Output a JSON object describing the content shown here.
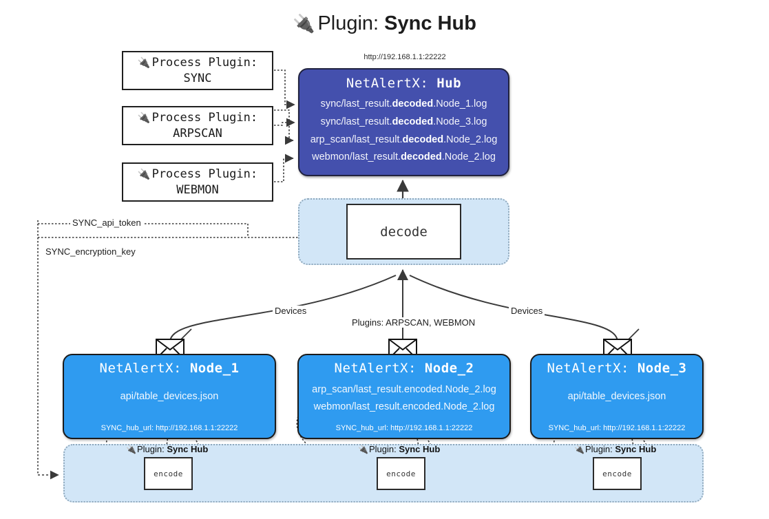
{
  "title": {
    "icon": "plug-icon",
    "prefix": "Plugin:",
    "name": "Sync Hub"
  },
  "hub": {
    "url": "http://192.168.1.1:22222",
    "title_prefix": "NetAlertX:",
    "title_name": "Hub",
    "logs": [
      {
        "pre": "sync/last_result.",
        "mid": "decoded",
        "post": ".Node_1.log"
      },
      {
        "pre": "sync/last_result.",
        "mid": "decoded",
        "post": ".Node_3.log"
      },
      {
        "pre": "arp_scan/last_result.",
        "mid": "decoded",
        "post": ".Node_2.log"
      },
      {
        "pre": "webmon/last_result.",
        "mid": "decoded",
        "post": ".Node_2.log"
      }
    ]
  },
  "process_plugins": [
    {
      "label": "Process Plugin:",
      "name": "SYNC"
    },
    {
      "label": "Process Plugin:",
      "name": "ARPSCAN"
    },
    {
      "label": "Process Plugin:",
      "name": "WEBMON"
    }
  ],
  "decode": {
    "label": "decode"
  },
  "settings": {
    "api_token": "SYNC_api_token",
    "encryption_key": "SYNC_encryption_key"
  },
  "edge_labels": {
    "devices_left": "Devices",
    "plugins_middle": "Plugins: ARPSCAN, WEBMON",
    "devices_right": "Devices"
  },
  "nodes": [
    {
      "title_prefix": "NetAlertX:",
      "title_name": "Node_1",
      "lines": [
        "api/table_devices.json"
      ],
      "footer": "SYNC_hub_url: http://192.168.1.1:22222",
      "plugin_label_prefix": "Plugin:",
      "plugin_label_name": "Sync Hub",
      "encode_label": "encode"
    },
    {
      "title_prefix": "NetAlertX:",
      "title_name": "Node_2",
      "lines": [
        "arp_scan/last_result.encoded.Node_2.log",
        "webmon/last_result.encoded.Node_2.log"
      ],
      "footer": "SYNC_hub_url: http://192.168.1.1:22222",
      "plugin_label_prefix": "Plugin:",
      "plugin_label_name": "Sync Hub",
      "encode_label": "encode"
    },
    {
      "title_prefix": "NetAlertX:",
      "title_name": "Node_3",
      "lines": [
        "api/table_devices.json"
      ],
      "footer": "SYNC_hub_url: http://192.168.1.1:22222",
      "plugin_label_prefix": "Plugin:",
      "plugin_label_name": "Sync Hub",
      "encode_label": "encode"
    }
  ],
  "colors": {
    "hub_fill": "#4450ad",
    "node_fill": "#2f9bf0",
    "container_fill": "#d2e6f7",
    "container_border": "#8fa8bc",
    "stroke": "#3a3a3a"
  }
}
